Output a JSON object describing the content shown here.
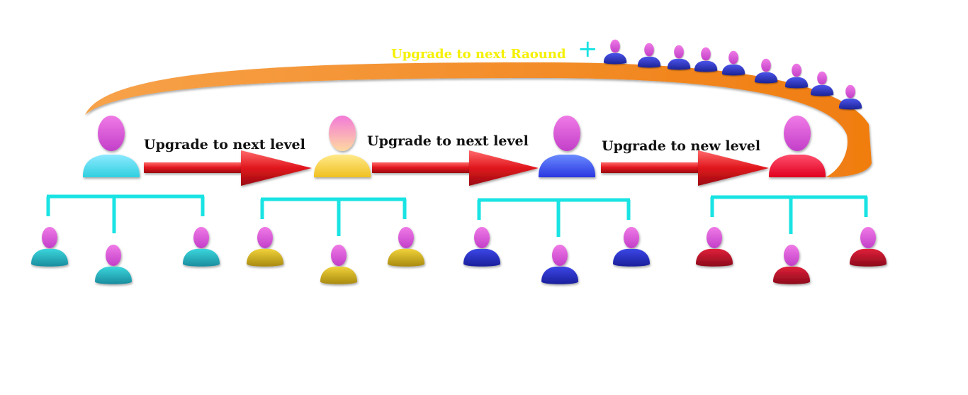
{
  "round_label": "Upgrade to next Raound",
  "plus_symbol": "+",
  "arrow_labels": [
    "Upgrade to next level",
    "Upgrade to next level",
    "Upgrade to new level"
  ],
  "icons": {
    "person": "person-icon",
    "arrow": "arrow-right-icon",
    "plus": "plus-icon"
  },
  "colors": {
    "round_label": "#f5f000",
    "plus": "#19e3e3",
    "connector": "#19e3e3",
    "loop_arc": "#f5871f",
    "arrow": "#e0161d",
    "level_1": "#35d9e3",
    "level_2": "#f2cf30",
    "level_3": "#3745e8",
    "level_4": "#e5102e",
    "small_people": "#2a37c8",
    "head": "#e35ad6"
  }
}
